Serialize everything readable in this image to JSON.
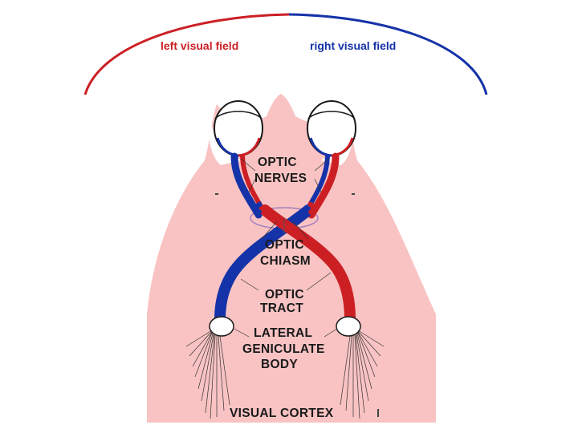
{
  "visual_fields": {
    "left": {
      "label": "left visual field",
      "color": "#cc1f24"
    },
    "right": {
      "label": "right visual field",
      "color": "#1533a8"
    }
  },
  "labels": {
    "optic_nerves": [
      "OPTIC",
      "NERVES"
    ],
    "optic_chiasm": [
      "OPTIC",
      "CHIASM"
    ],
    "optic_tract": [
      "OPTIC",
      "TRACT"
    ],
    "lateral_geniculate_body": [
      "LATERAL",
      "GENICULATE",
      "BODY"
    ],
    "visual_cortex": "VISUAL CORTEX"
  },
  "colors": {
    "background": "#ffffff",
    "brain": "#f9c3c3",
    "red_pathway": "#cc1f24",
    "blue_pathway": "#1533a8"
  }
}
